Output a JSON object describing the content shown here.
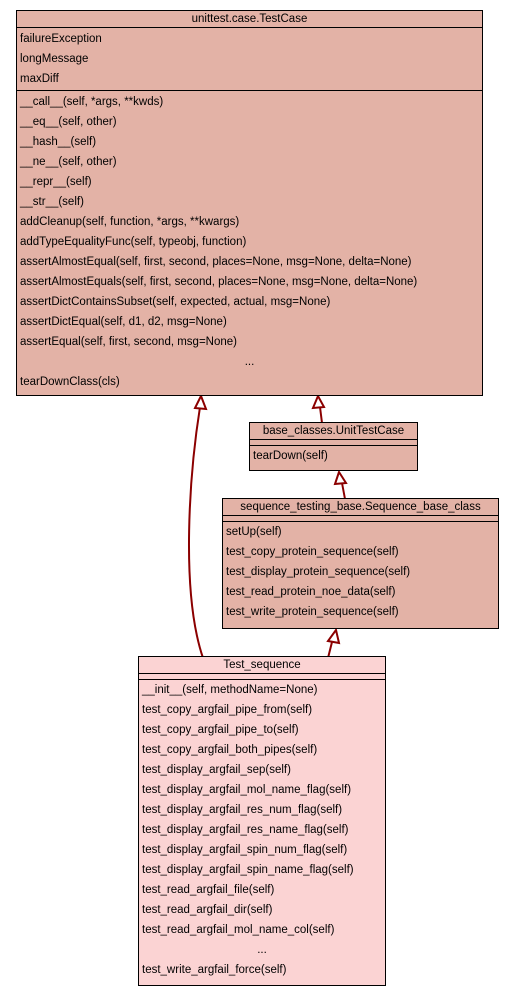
{
  "colors": {
    "base_fill": "#e3b2a6",
    "leaf_fill": "#fbd3d3",
    "edge": "#8b0000"
  },
  "testcase": {
    "title": "unittest.case.TestCase",
    "attributes": [
      "failureException",
      "longMessage",
      "maxDiff"
    ],
    "methods": [
      "__call__(self, *args, **kwds)",
      "__eq__(self, other)",
      "__hash__(self)",
      "__ne__(self, other)",
      "__repr__(self)",
      "__str__(self)",
      "addCleanup(self, function, *args, **kwargs)",
      "addTypeEqualityFunc(self, typeobj, function)",
      "assertAlmostEqual(self, first, second, places=None, msg=None, delta=None)",
      "assertAlmostEquals(self, first, second, places=None, msg=None, delta=None)",
      "assertDictContainsSubset(self, expected, actual, msg=None)",
      "assertDictEqual(self, d1, d2, msg=None)",
      "assertEqual(self, first, second, msg=None)",
      "...",
      "tearDownClass(cls)"
    ]
  },
  "unittestcase": {
    "title": "base_classes.UnitTestCase",
    "methods": [
      "tearDown(self)"
    ]
  },
  "sequence_base": {
    "title": "sequence_testing_base.Sequence_base_class",
    "methods": [
      "setUp(self)",
      "test_copy_protein_sequence(self)",
      "test_display_protein_sequence(self)",
      "test_read_protein_noe_data(self)",
      "test_write_protein_sequence(self)"
    ]
  },
  "test_sequence": {
    "title": "Test_sequence",
    "methods": [
      "__init__(self, methodName=None)",
      "test_copy_argfail_pipe_from(self)",
      "test_copy_argfail_pipe_to(self)",
      "test_copy_argfail_both_pipes(self)",
      "test_display_argfail_sep(self)",
      "test_display_argfail_mol_name_flag(self)",
      "test_display_argfail_res_num_flag(self)",
      "test_display_argfail_res_name_flag(self)",
      "test_display_argfail_spin_num_flag(self)",
      "test_display_argfail_spin_name_flag(self)",
      "test_read_argfail_file(self)",
      "test_read_argfail_dir(self)",
      "test_read_argfail_mol_name_col(self)",
      "...",
      "test_write_argfail_force(self)"
    ]
  }
}
